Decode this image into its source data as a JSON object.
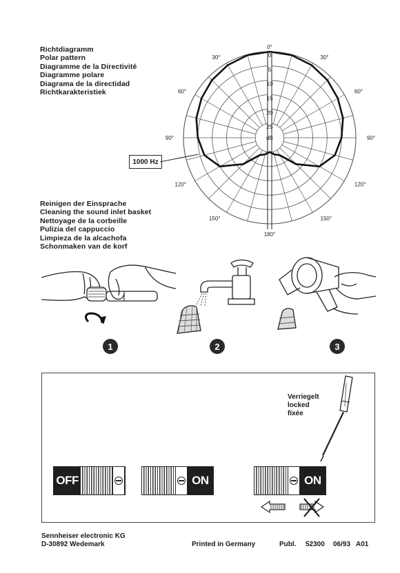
{
  "polar_caption": {
    "lines": [
      "Richtdiagramm",
      "Polar pattern",
      "Diagramme de la Directivité",
      "Diagramme polare",
      "Diagrama de la directidad",
      "Richtkarakteristiek"
    ]
  },
  "chart_data": {
    "type": "polar",
    "title": "",
    "radial_unit": "dB",
    "radial_ticks": [
      "0",
      "5",
      "10",
      "15",
      "20",
      "25"
    ],
    "angle_labels_right": [
      "0°",
      "30°",
      "60°",
      "90°",
      "120°",
      "150°",
      "180°"
    ],
    "angle_labels_left": [
      "30°",
      "60°",
      "90°",
      "120°",
      "150°"
    ],
    "series": [
      {
        "name": "1000 Hz",
        "angles_deg": [
          0,
          15,
          30,
          45,
          60,
          75,
          90,
          105,
          120,
          135,
          150,
          165,
          180
        ],
        "attenuation_db": [
          0,
          0.2,
          0.8,
          1.6,
          2.6,
          3.6,
          5.0,
          6.5,
          10.0,
          17.0,
          23.0,
          24.0,
          25.0
        ]
      }
    ]
  },
  "cleaning_caption": {
    "lines": [
      "Reinigen der Einsprache",
      "Cleaning the sound inlet basket",
      "Nettoyage de la corbeille",
      "Pulizia del cappuccio",
      "Limpieza de la alcachofa",
      "Schonmaken van de korf"
    ]
  },
  "steps": [
    "1",
    "2",
    "3"
  ],
  "switch_section": {
    "locked_text": [
      "Verriegelt",
      "locked",
      "fixée"
    ],
    "off_label": "OFF",
    "on_label": "ON"
  },
  "footer": {
    "company": "Sennheiser electronic KG",
    "address": "D-30892 Wedemark",
    "printed": "Printed in Germany",
    "publ_label": "Publ.",
    "publ_number": "52300",
    "date_code": "06/93",
    "revision": "A01"
  }
}
